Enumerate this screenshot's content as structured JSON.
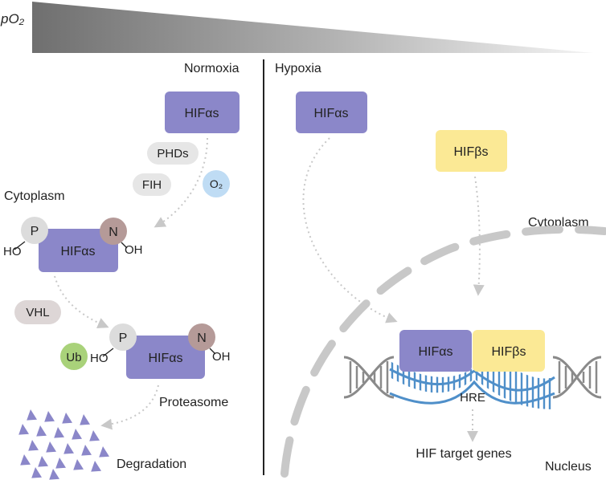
{
  "gradient_label": "pO₂",
  "sections": {
    "normoxia": "Normoxia",
    "hypoxia": "Hypoxia"
  },
  "compartments": {
    "cytoplasm_left": "Cytoplasm",
    "cytoplasm_right": "Cytoplasm",
    "nucleus": "Nucleus"
  },
  "proteins": {
    "hifa_top_left": "HIFαs",
    "hifa_hydroxylated": "HIFαs",
    "hifa_ubiquitinated": "HIFαs",
    "hifa_top_right": "HIFαs",
    "hifb_top": "HIFβs",
    "hifa_dna": "HIFαs",
    "hifb_dna": "HIFβs"
  },
  "factors": {
    "phds": "PHDs",
    "fih": "FIH",
    "o2": "O₂",
    "vhl": "VHL",
    "ub": "Ub"
  },
  "modifications": {
    "p1": "P",
    "n1": "N",
    "ho1": "HO",
    "oh1": "OH",
    "p2": "P",
    "n2": "N",
    "ho2": "HO",
    "oh2": "OH"
  },
  "labels": {
    "proteasome": "Proteasome",
    "degradation": "Degradation",
    "hre": "HRE",
    "target_genes": "HIF target genes"
  },
  "colors": {
    "hifa": "#8b87c9",
    "hifb": "#fbe995",
    "p_circle": "#dcdcdc",
    "n_circle": "#b59a98",
    "ub": "#a9d27a",
    "o2": "#bfdcf4",
    "pill": "#e6e6e6",
    "dna_blue": "#4f8fc9",
    "dna_gray": "#8a8a8a",
    "dash": "#c8c8c8"
  }
}
